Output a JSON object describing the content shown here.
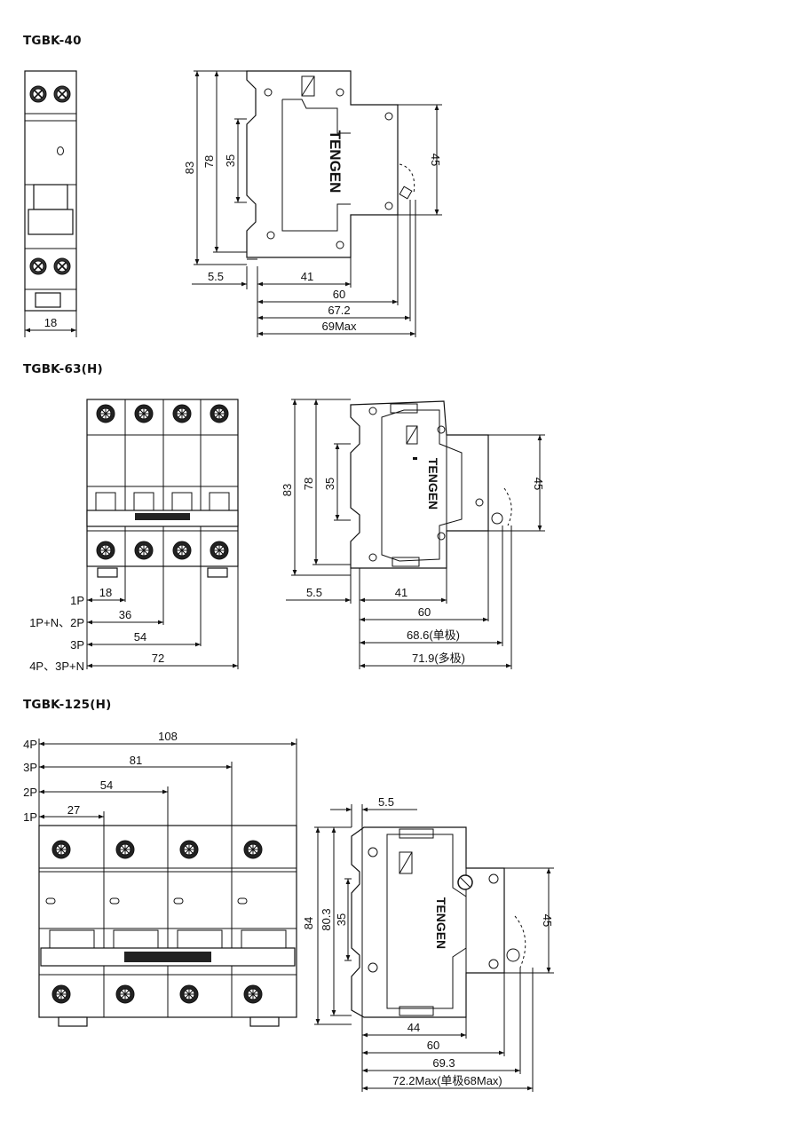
{
  "sections": [
    {
      "title": "TGBK-40",
      "front": {
        "dim_width": "18"
      },
      "side": {
        "brand": "TENGEN",
        "dims_v": [
          "83",
          "78",
          "35",
          "45"
        ],
        "dims_h": [
          "5.5",
          "41",
          "60",
          "67.2",
          "69Max"
        ]
      }
    },
    {
      "title": "TGBK-63(H)",
      "front": {
        "pole_labels": [
          "1P",
          "1P+N、2P",
          "3P",
          "4P、3P+N"
        ],
        "pole_widths": [
          "18",
          "36",
          "54",
          "72"
        ]
      },
      "side": {
        "brand": "TENGEN",
        "dims_v": [
          "83",
          "78",
          "35",
          "45"
        ],
        "dims_h": [
          "5.5",
          "41",
          "60",
          "68.6(单极)",
          "71.9(多极)"
        ]
      }
    },
    {
      "title": "TGBK-125(H)",
      "front": {
        "pole_labels": [
          "4P",
          "3P",
          "2P",
          "1P"
        ],
        "pole_widths": [
          "108",
          "81",
          "54",
          "27"
        ]
      },
      "side": {
        "brand": "TENGEN",
        "dims_v": [
          "84",
          "80.3",
          "35",
          "45"
        ],
        "dims_h": [
          "5.5",
          "44",
          "60",
          "69.3",
          "72.2Max(单极68Max)"
        ]
      }
    }
  ]
}
